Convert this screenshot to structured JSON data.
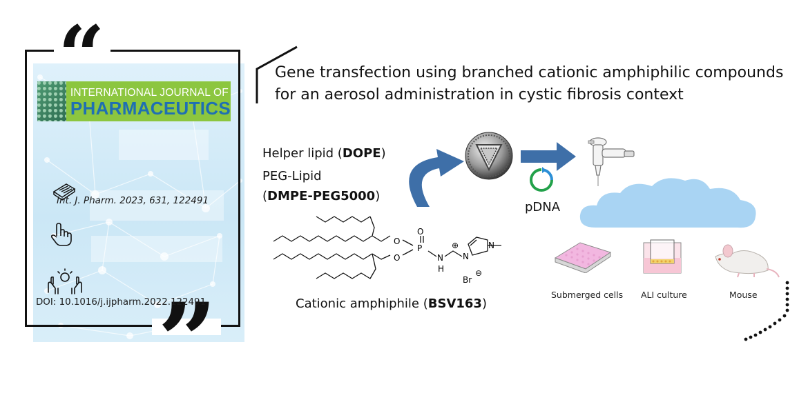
{
  "journal": {
    "banner_line1": "INTERNATIONAL JOURNAL OF",
    "banner_line2": "PHARMACEUTICS",
    "citation": "Int. J. Pharm. 2023, 631, 122491",
    "doi": "DOI: 10.1016/j.ijpharm.2022.122491",
    "icons": [
      "newspaper-icon",
      "hand-pointer-icon",
      "lightbulb-hands-icon"
    ],
    "quote_open": "“",
    "quote_close": "”"
  },
  "title": "Gene transfection using branched cationic amphiphilic compounds for an aerosol administration in cystic fibrosis context",
  "formulation": {
    "helper_prefix": "Helper lipid (",
    "helper_name": "DOPE",
    "helper_suffix": ")",
    "peg_label": "PEG-Lipid",
    "peg_prefix": "(",
    "peg_name": "DMPE-PEG5000",
    "peg_suffix": ")"
  },
  "molecule": {
    "o1": "O",
    "o2": "O",
    "p": "P",
    "o3": "O",
    "nh_n": "N",
    "nh_h": "H",
    "plus": "⊕",
    "n1": "N",
    "n2": "N",
    "br": "Br",
    "minus": "⊖",
    "caption_prefix": "Cationic amphiphile (",
    "caption_name": "BSV163",
    "caption_suffix": ")"
  },
  "pdna_label": "pDNA",
  "models": {
    "submerged": "Submerged cells",
    "ali": "ALI culture",
    "mouse": "Mouse"
  },
  "colors": {
    "arrow_blue": "#3e6fa8",
    "cloud": "#a9d4f3",
    "banner_green": "#8cc63f",
    "banner_blue": "#1f6fb3",
    "card_bg": "#d7edf9",
    "plasmid_green": "#22a14a",
    "plasmid_blue": "#2c8fd6",
    "plate_pink": "#f2b7e0"
  }
}
